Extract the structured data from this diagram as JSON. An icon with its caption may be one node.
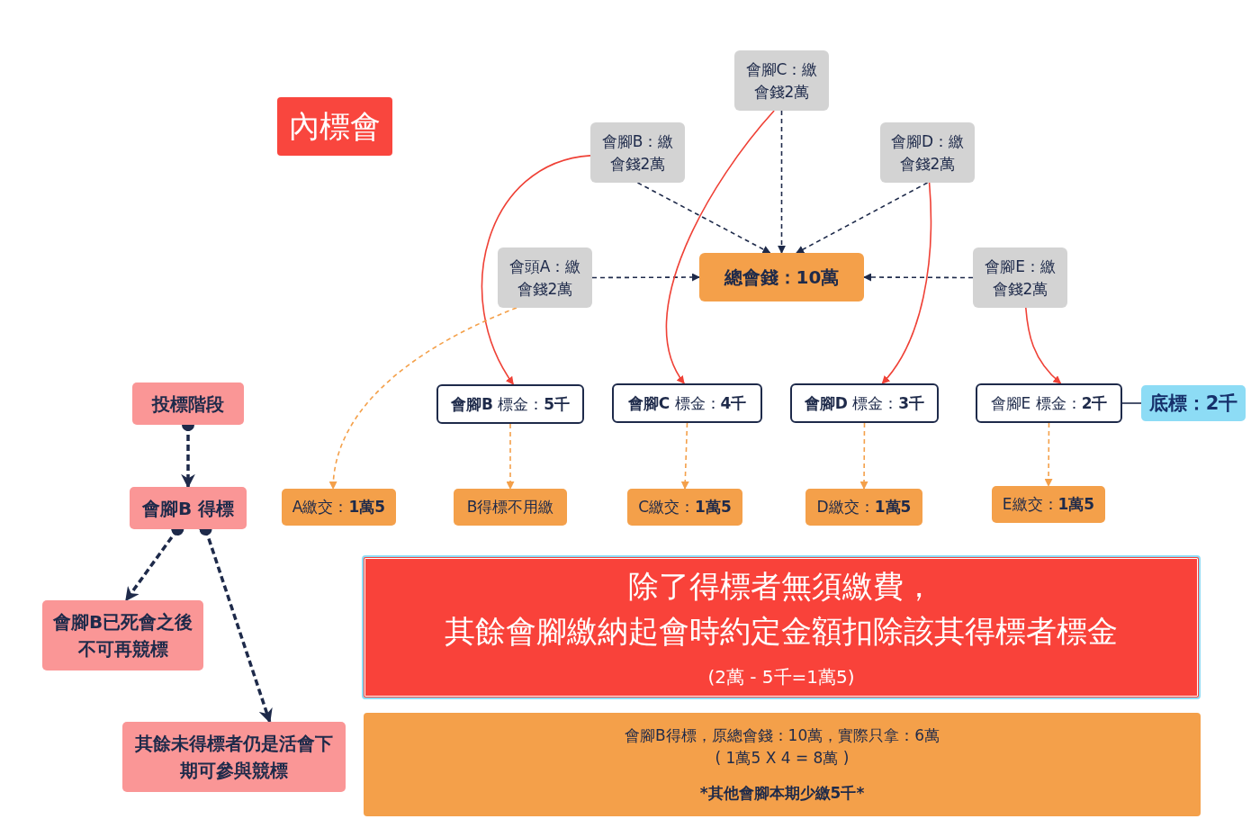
{
  "diagram": {
    "title": "內標會",
    "nodes": [
      {
        "text": [
          "會腳C：繳會錢2萬"
        ]
      },
      {
        "text": [
          "會腳B：繳會錢2萬"
        ]
      },
      {
        "text": [
          "會腳D：繳會錢2萬"
        ]
      },
      {
        "text": [
          "會頭A：繳會錢2萬"
        ]
      },
      {
        "text": [
          "總會錢：10萬"
        ]
      },
      {
        "text": [
          "會腳E：繳會錢2萬"
        ]
      },
      {
        "text": [
          "投標階段"
        ]
      },
      {
        "text": [
          "**會腳B** 標金：**5千**"
        ]
      },
      {
        "text": [
          "**會腳C** 標金：**4千**"
        ]
      },
      {
        "text": [
          "**會腳D** 標金：**3千**"
        ]
      },
      {
        "text": [
          "會腳E 標金：**2千**"
        ]
      },
      {
        "text": [
          "底標：2千"
        ]
      },
      {
        "text": [
          "A繳交：**1萬5**"
        ]
      },
      {
        "text": [
          "B得標不用繳"
        ]
      },
      {
        "text": [
          "C繳交：**1萬5**"
        ]
      },
      {
        "text": [
          "D繳交：**1萬5**"
        ]
      },
      {
        "text": [
          "E繳交：**1萬5**"
        ]
      },
      {
        "text": [
          "會腳B 得標"
        ]
      },
      {
        "text": [
          "會腳B已死會之後不可再競標"
        ]
      },
      {
        "text": [
          "除了得標者無須繳費，",
          "其餘會腳繳納起會時約定金額扣除該其得標者標金",
          "(2萬 - 5千=1萬5)"
        ]
      },
      {
        "text": [
          "會腳B得標，原總會錢：10萬，實際只拿：6萬",
          "( 1萬5 X 4 = 8萬 )",
          "*其他會腳本期少繳5千*"
        ]
      },
      {
        "text": [
          "其餘未得標者仍是活會下期可參與競標"
        ]
      }
    ],
    "edges": [
      {
        "from": 3,
        "to": 4,
        "arrow": "to",
        "style": "dashed"
      },
      {
        "from": 1,
        "to": 4,
        "arrow": "to",
        "style": "dashed"
      },
      {
        "from": 0,
        "to": 4,
        "arrow": "to",
        "style": "dashed"
      },
      {
        "from": 2,
        "to": 4,
        "arrow": "to",
        "style": "dashed"
      },
      {
        "from": 5,
        "to": 4,
        "arrow": "to",
        "style": "dashed"
      },
      {
        "from": 1,
        "to": 7,
        "arrow": "to",
        "color": "#ef4136"
      },
      {
        "from": 0,
        "to": 8,
        "arrow": "to",
        "color": "#ef4136"
      },
      {
        "from": 2,
        "to": 9,
        "arrow": "to",
        "color": "#ef4136"
      },
      {
        "from": 5,
        "to": 10,
        "arrow": "to",
        "color": "#ef4136"
      },
      {
        "from": 3,
        "to": 12,
        "arrow": "to",
        "style": "dashed",
        "color": "#f4a04a"
      },
      {
        "from": 7,
        "to": 13,
        "arrow": "to",
        "style": "dashed",
        "color": "#f4a04a"
      },
      {
        "from": 8,
        "to": 14,
        "arrow": "to",
        "style": "dashed",
        "color": "#f4a04a"
      },
      {
        "from": 9,
        "to": 15,
        "arrow": "to",
        "style": "dashed",
        "color": "#f4a04a"
      },
      {
        "from": 10,
        "to": 16,
        "arrow": "to",
        "style": "dashed",
        "color": "#f4a04a"
      },
      {
        "from": 10,
        "to": 11,
        "arrow": "none"
      },
      {
        "from": 6,
        "to": 17,
        "arrow": "to",
        "style": "dashed"
      },
      {
        "from": 17,
        "to": 18,
        "arrow": "to",
        "style": "dashed"
      },
      {
        "from": 17,
        "to": 21,
        "arrow": "to",
        "style": "dashed"
      }
    ]
  }
}
